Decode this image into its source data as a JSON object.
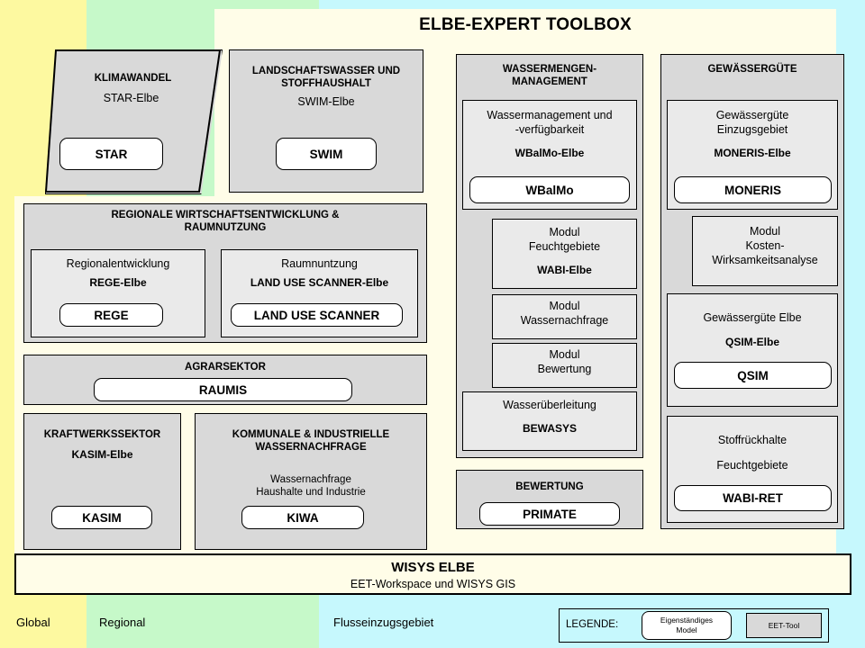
{
  "title": "ELBE-EXPERT TOOLBOX",
  "scale_bands": [
    {
      "label": "Global",
      "color": "#fdf9a0"
    },
    {
      "label": "Regional",
      "color": "#c6f9c9"
    },
    {
      "label": "Flusseinzugsgebiet",
      "color": "#c6f8fd"
    }
  ],
  "blocks": {
    "klimawandel": {
      "head": "KLIMAWANDEL",
      "sub": "STAR-Elbe",
      "tool": "STAR"
    },
    "landschaftswasser": {
      "head_line1": "LANDSCHAFTSWASSER UND",
      "head_line2": "STOFFHAUSHALT",
      "sub": "SWIM-Elbe",
      "tool": "SWIM"
    },
    "regionale": {
      "head_line1": "REGIONALE WIRTSCHAFTSENTWICKLUNG &",
      "head_line2": "RAUMNUTZUNG",
      "sub_left": {
        "line1": "Regionalentwicklung",
        "line2": "REGE-Elbe",
        "tool": "REGE"
      },
      "sub_right": {
        "line1": "Raumnuntzung",
        "line2": "LAND USE SCANNER-Elbe",
        "tool": "LAND USE SCANNER"
      }
    },
    "agrarsektor": {
      "head": "AGRARSEKTOR",
      "tool": "RAUMIS"
    },
    "kraftwerkssektor": {
      "head": "KRAFTWERKSSEKTOR",
      "sub": "KASIM-Elbe",
      "tool": "KASIM"
    },
    "kommunale": {
      "head_line1": "KOMMUNALE & INDUSTRIELLE",
      "head_line2": "WASSERNACHFRAGE",
      "sub_line1": "Wassernachfrage",
      "sub_line2": "Haushalte  und Industrie",
      "tool": "KIWA"
    },
    "wassermengen": {
      "head_line1": "WASSERMENGEN-",
      "head_line2": "MANAGEMENT",
      "wbalmo": {
        "line1": "Wassermanagement und",
        "line2": "-verfügbarkeit",
        "line3": "WBalMo-Elbe",
        "tool": "WBalMo"
      },
      "modul_feuchtgebiete": {
        "line1": "Modul",
        "line2": "Feuchtgebiete",
        "line3": "WABI-Elbe"
      },
      "modul_wassernachfrage": {
        "line1": "Modul",
        "line2": "Wassernachfrage"
      },
      "modul_bewertung": {
        "line1": "Modul",
        "line2": "Bewertung"
      },
      "wasseruberleitung": {
        "line1": "Wasserüberleitung",
        "line2": "BEWASYS"
      }
    },
    "bewertung": {
      "head": "BEWERTUNG",
      "tool": "PRIMATE"
    },
    "gewaesserguete": {
      "head": "GEWÄSSERGÜTE",
      "moneris": {
        "line1": "Gewässergüte",
        "line2": "Einzugsgebiet",
        "line3": "MONERIS-Elbe",
        "tool": "MONERIS"
      },
      "modul_kosten": {
        "line1": "Modul",
        "line2": "Kosten-",
        "line3": "Wirksamkeitsanalyse"
      },
      "qsim": {
        "line1": "Gewässergüte Elbe",
        "line2": "QSIM-Elbe",
        "tool": "QSIM"
      },
      "wabiret": {
        "line1": "Stoffrückhalte",
        "line2": "Feuchtgebiete",
        "tool": "WABI-RET"
      }
    },
    "wisys": {
      "head": "WISYS ELBE",
      "sub": "EET-Workspace und WISYS GIS"
    }
  },
  "legend": {
    "title": "LEGENDE:",
    "model_line1": "Eigenständiges",
    "model_line2": "Model",
    "tool": "EET-Tool"
  },
  "colors": {
    "band_global": "#fdf9a0",
    "band_regional": "#c6f9c9",
    "band_catchment": "#c6f8fd",
    "panel_cream": "#fffde8",
    "box_gray": "#d9d9d9",
    "box_inner_gray": "#eaeaea",
    "tool_white": "#ffffff"
  }
}
